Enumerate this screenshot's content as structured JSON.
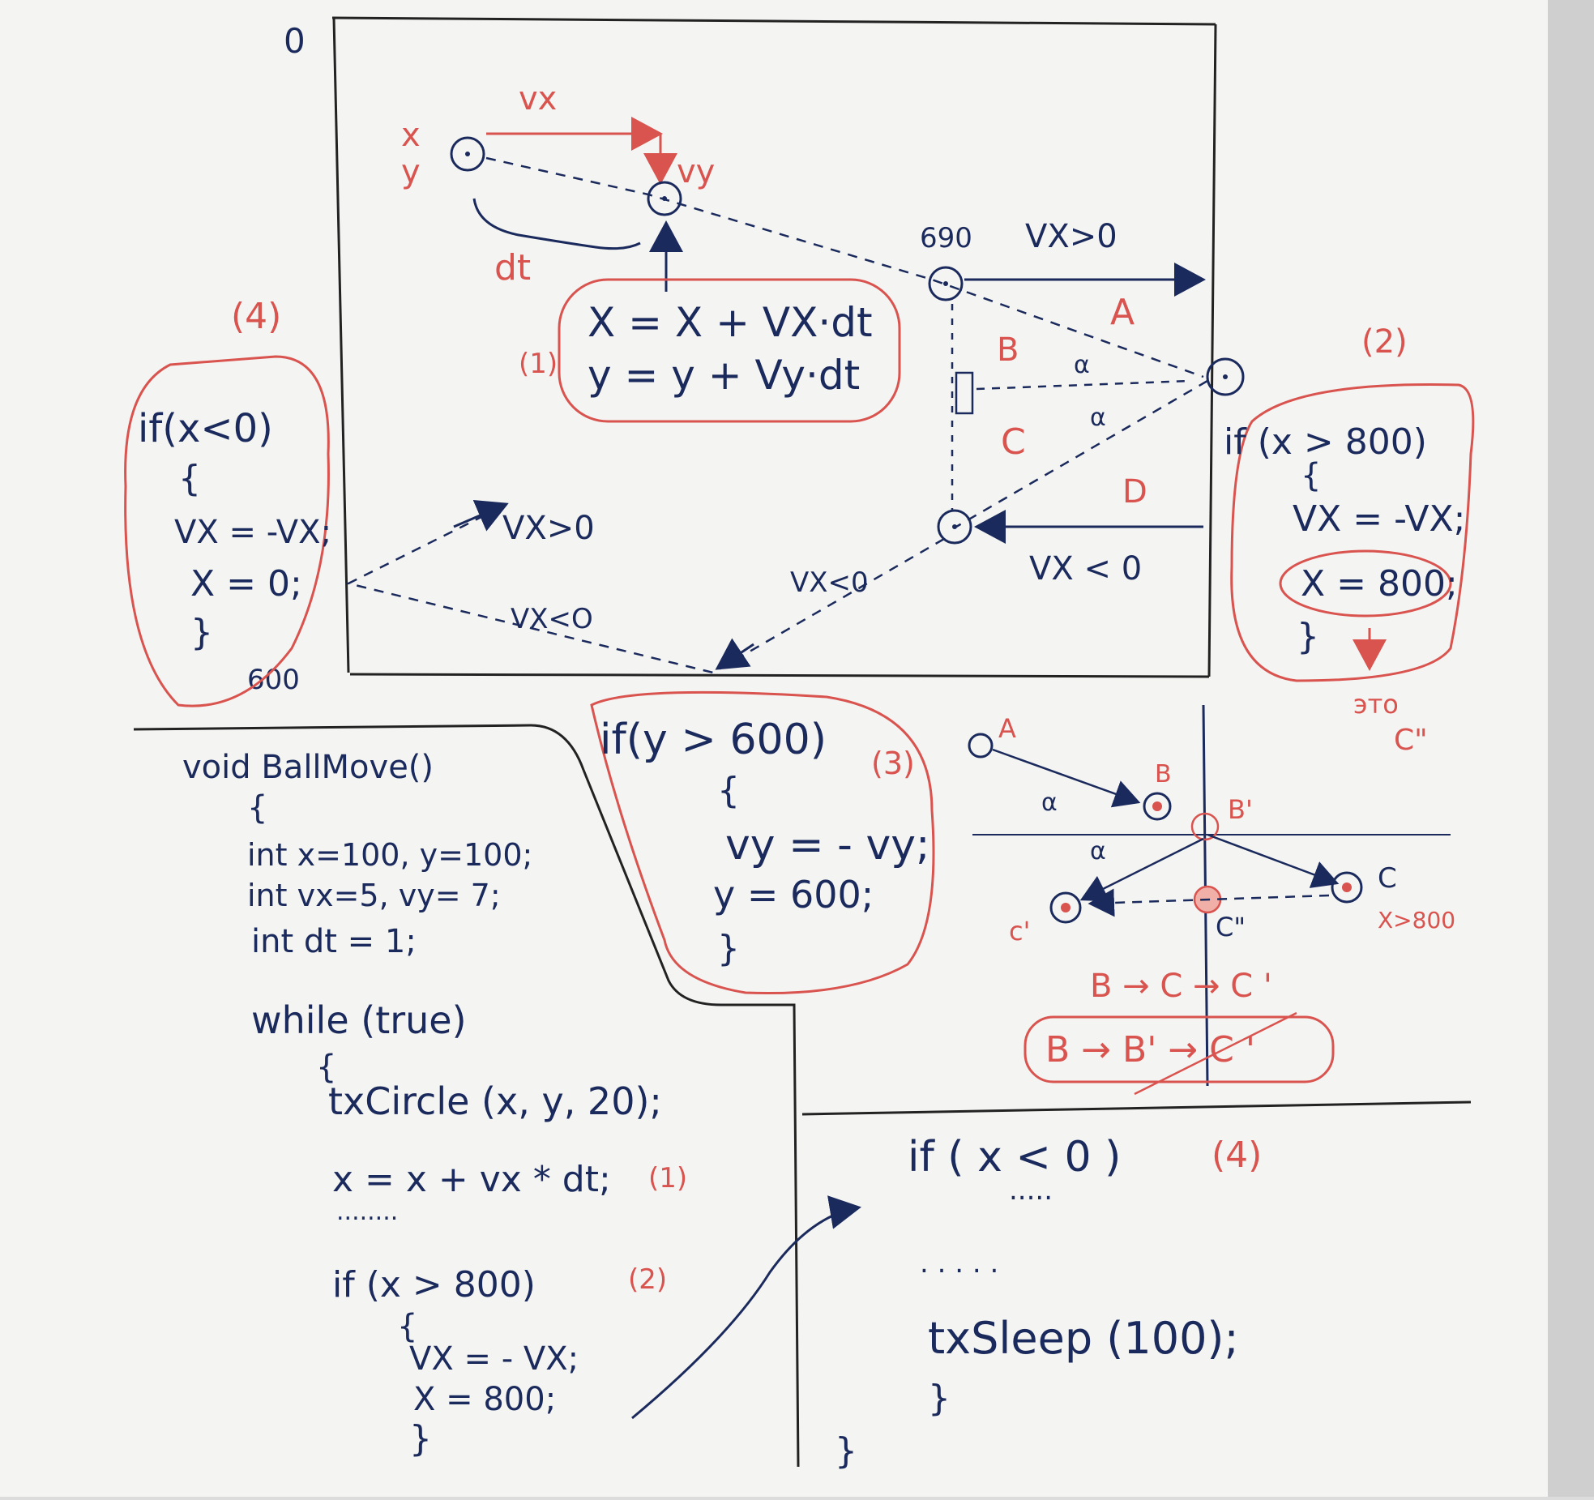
{
  "colors": {
    "paper": "#f4f4f2",
    "ink": "#1b2a5c",
    "red_ink": "#d9534f",
    "frame": "#222222"
  },
  "diagram": {
    "corner_top_left": "0",
    "corner_bottom_left": "600",
    "labels": {
      "vx": "vx",
      "vy": "vy",
      "x": "x",
      "y": "y",
      "dt": "dt",
      "step1": "(1)",
      "step2": "(2)",
      "step3": "(3)",
      "step4": "(4)",
      "num_690": "690",
      "vx_gt_0_top": "VX>0",
      "vx_lt_0_right": "VX < 0",
      "vx_gt_0_left": "VX>0",
      "vx_lt_0_bottom": "VX<O",
      "vx_lt_0_diag": "VX<0",
      "A": "A",
      "B": "B",
      "C": "C",
      "D": "D",
      "alpha1": "α",
      "alpha2": "α"
    },
    "formula_box": {
      "line1": "X = X + VX·dt",
      "line2": "y = y + Vy·dt"
    },
    "left_rule": {
      "head": "if(x<0)",
      "open": "{",
      "l1": "VX = -VX;",
      "l2": "X = 0;",
      "close": "}"
    },
    "right_rule": {
      "head": "if (x > 800)",
      "open": "{",
      "l1": "VX = -VX;",
      "l2": "X = 800;",
      "close": "}"
    },
    "right_note": {
      "l1": "это",
      "l2": "C\""
    }
  },
  "bottom_rule": {
    "head": "if(y > 600)",
    "open": "{",
    "l1": "vy = - vy;",
    "l2": "y = 600;",
    "close": "}"
  },
  "reflection": {
    "A": "A",
    "B": "B",
    "B_prime": "B'",
    "C": "C",
    "C_prime": "c'",
    "C_dprime": "C\"",
    "alpha1": "α",
    "alpha2": "α",
    "cond": "X>800",
    "seq1": "B → C → C '",
    "seq2": "B → B' → C '"
  },
  "code": {
    "l1": "void BallMove()",
    "l2": "{",
    "l3": "int x=100, y=100;",
    "l4": "int vx=5, vy= 7;",
    "l5": "int dt = 1;",
    "l6": "while (true)",
    "l7": "{",
    "l8": "txCircle (x, y, 20);",
    "l9": "x = x + vx * dt;",
    "l9_tag": "(1)",
    "l10": "........",
    "l11": "if (x > 800)",
    "l11_tag": "(2)",
    "l12": "{",
    "l13": "VX = - VX;",
    "l14": "X = 800;",
    "l15": "}",
    "r1": "if ( x < 0 )",
    "r1_tag": "(4)",
    "r2": ".....",
    "r3": ". . . . .",
    "r4": "txSleep (100);",
    "r5": "}",
    "end": "}"
  }
}
